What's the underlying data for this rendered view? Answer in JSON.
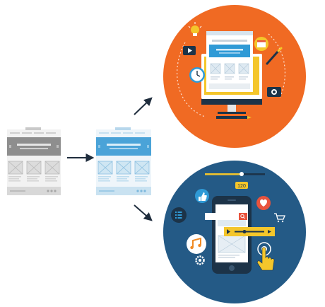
{
  "colors": {
    "background": "#ffffff",
    "orange_circle": "#f06a23",
    "blue_circle": "#245a86",
    "wireframe_gray": "#8e8e8e",
    "wireframe_light": "#e3e3e3",
    "wireframe_blue": "#4aa3d8",
    "wireframe_blue_light": "#cfe6f3",
    "arrow": "#1f2d3d",
    "accent_yellow": "#f4c62b",
    "accent_red": "#e8533d",
    "accent_orange": "#f08a24",
    "screen_blue": "#2f9ad6",
    "dark_navy": "#1c3348"
  },
  "illustration": {
    "left_panel": "gray-wireframe-website",
    "middle_panel": "blue-wireframe-website",
    "top_circle": "desktop-web-design",
    "bottom_circle": "mobile-app-design"
  },
  "icons": {
    "desktop": [
      "lightbulb-icon",
      "play-icon",
      "clock-icon",
      "calendar-icon",
      "paintbrush-icon",
      "camera-icon",
      "pencil-icon"
    ],
    "mobile": [
      "list-icon",
      "thumbs-up-icon",
      "music-icon",
      "gear-icon",
      "heart-icon",
      "cart-icon",
      "pointer-hand-icon",
      "search-icon"
    ]
  },
  "mobile_badge": "120"
}
